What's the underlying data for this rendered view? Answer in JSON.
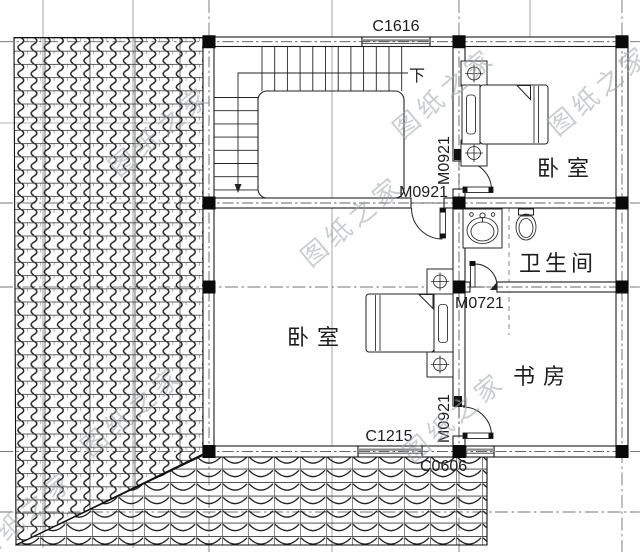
{
  "drawing": {
    "windows": {
      "top": "C1616",
      "bottom": "C1215",
      "small": "C0606"
    },
    "doors": {
      "bedroom_top": "M0921",
      "bedroom_main": "M0921",
      "study": "M0921",
      "bathroom": "M0721"
    },
    "rooms": {
      "bedroom_top": "卧室",
      "bedroom_main": "卧室",
      "bathroom": "卫生间",
      "study": "书房"
    },
    "stair": {
      "down_label": "下"
    },
    "watermark": "图纸之家",
    "colors": {
      "line": "#1b1b1b",
      "watermark": "#9fa6a9"
    }
  }
}
